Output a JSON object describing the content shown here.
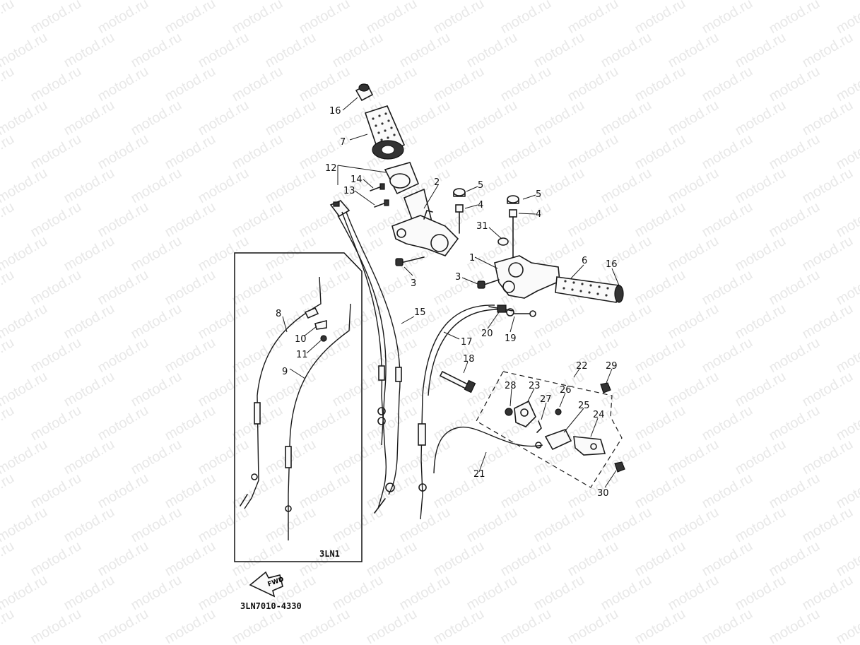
{
  "watermark_text": "motod.ru",
  "callouts": {
    "c1": "1",
    "c2": "2",
    "c3a": "3",
    "c3b": "3",
    "c4a": "4",
    "c4b": "4",
    "c5a": "5",
    "c5b": "5",
    "c6": "6",
    "c7": "7",
    "c8": "8",
    "c9": "9",
    "c10": "10",
    "c11": "11",
    "c12": "12",
    "c13": "13",
    "c14": "14",
    "c15": "15",
    "c16a": "16",
    "c16b": "16",
    "c17": "17",
    "c18": "18",
    "c19": "19",
    "c20": "20",
    "c21": "21",
    "c22": "22",
    "c23": "23",
    "c24": "24",
    "c25": "25",
    "c26": "26",
    "c27": "27",
    "c28": "28",
    "c29": "29",
    "c30": "30",
    "c31": "31"
  },
  "inset_label": "3LN1",
  "fwd_label": "FWD",
  "drawing_code": "3LN7010-4330"
}
